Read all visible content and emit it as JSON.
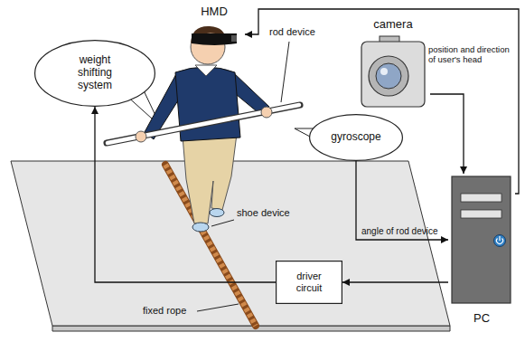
{
  "diagram": {
    "nodes": [
      {
        "text": [
          "HMD"
        ]
      },
      {
        "text": [
          "weight shifting system"
        ]
      },
      {
        "text": [
          "camera"
        ]
      },
      {
        "text": [
          "gyroscope"
        ]
      },
      {
        "text": [
          "driver circuit"
        ]
      },
      {
        "text": [
          "PC"
        ]
      }
    ],
    "edges": [
      {
        "from": 5,
        "to": 0,
        "arrow": "to"
      },
      {
        "from": 2,
        "to": 5,
        "label": "position and direction of user's head",
        "arrow": "to"
      },
      {
        "from": 3,
        "to": 5,
        "label": "angle of rod device",
        "arrow": "to"
      },
      {
        "from": 5,
        "to": 4,
        "arrow": "to"
      },
      {
        "from": 4,
        "to": 1,
        "arrow": "to"
      }
    ],
    "labels": [
      "rod device",
      "shoe device",
      "fixed rope"
    ]
  }
}
